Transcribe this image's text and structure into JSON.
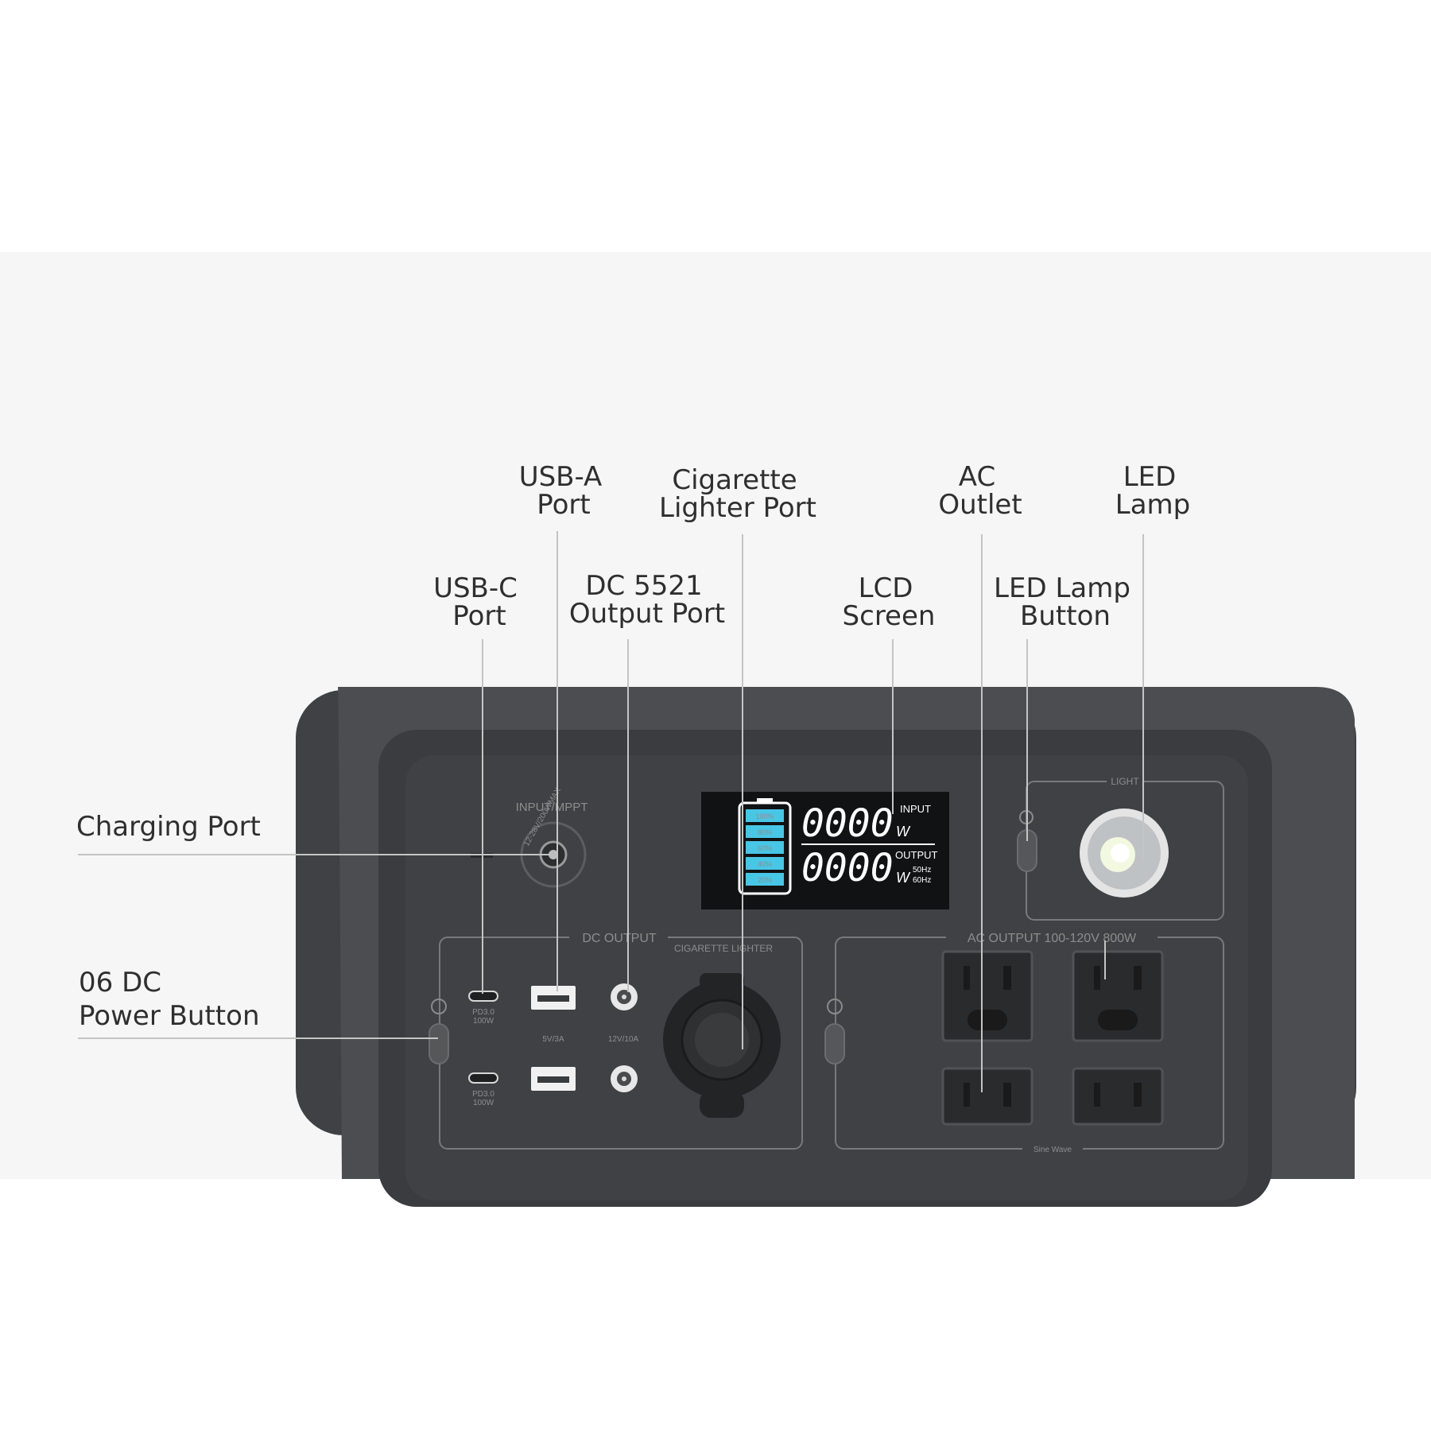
{
  "callouts": {
    "usb_a_port": [
      "USB-A",
      "Port"
    ],
    "cigarette_lighter_port": [
      "Cigarette",
      "Lighter Port"
    ],
    "ac_outlet": [
      "AC",
      "Outlet"
    ],
    "led_lamp": [
      "LED",
      "Lamp"
    ],
    "usb_c_port": [
      "USB-C",
      "Port"
    ],
    "dc5521_output_port": [
      "DC 5521",
      "Output Port"
    ],
    "lcd_screen": [
      "LCD",
      "Screen"
    ],
    "led_lamp_button": [
      "LED Lamp",
      "Button"
    ],
    "charging_port": [
      "Charging Port"
    ],
    "dc_power_button": [
      "06 DC",
      "Power Button"
    ]
  },
  "panel": {
    "input_label": "INPUT/MPPT",
    "input_spec": "12-28V/200WMAX",
    "light_label": "LIGHT",
    "dc_output_label": "DC OUTPUT",
    "cigarette_label": "CIGARETTE LIGHTER",
    "ac_output_label": "AC OUTPUT 100-120V  800W",
    "usbc_label_1": [
      "PD3.0",
      "100W"
    ],
    "usbc_label_2": [
      "PD3.0",
      "100W"
    ],
    "usba_label": "5V/3A",
    "dc5521_label": "12V/10A",
    "pure_sine": "Sine Wave"
  },
  "lcd": {
    "input_value": "0000",
    "output_value": "0000",
    "unit": "W",
    "input_label": "INPUT",
    "output_label": "OUTPUT",
    "freq_1": "50Hz",
    "freq_2": "60Hz",
    "battery_levels": [
      "100%",
      "80%",
      "60%",
      "40%",
      "20%"
    ]
  },
  "colors": {
    "background": "#f6f6f7",
    "device_body": "#4a4c4f",
    "panel": "#3e4043",
    "lcd_accent": "#48c6e6"
  }
}
